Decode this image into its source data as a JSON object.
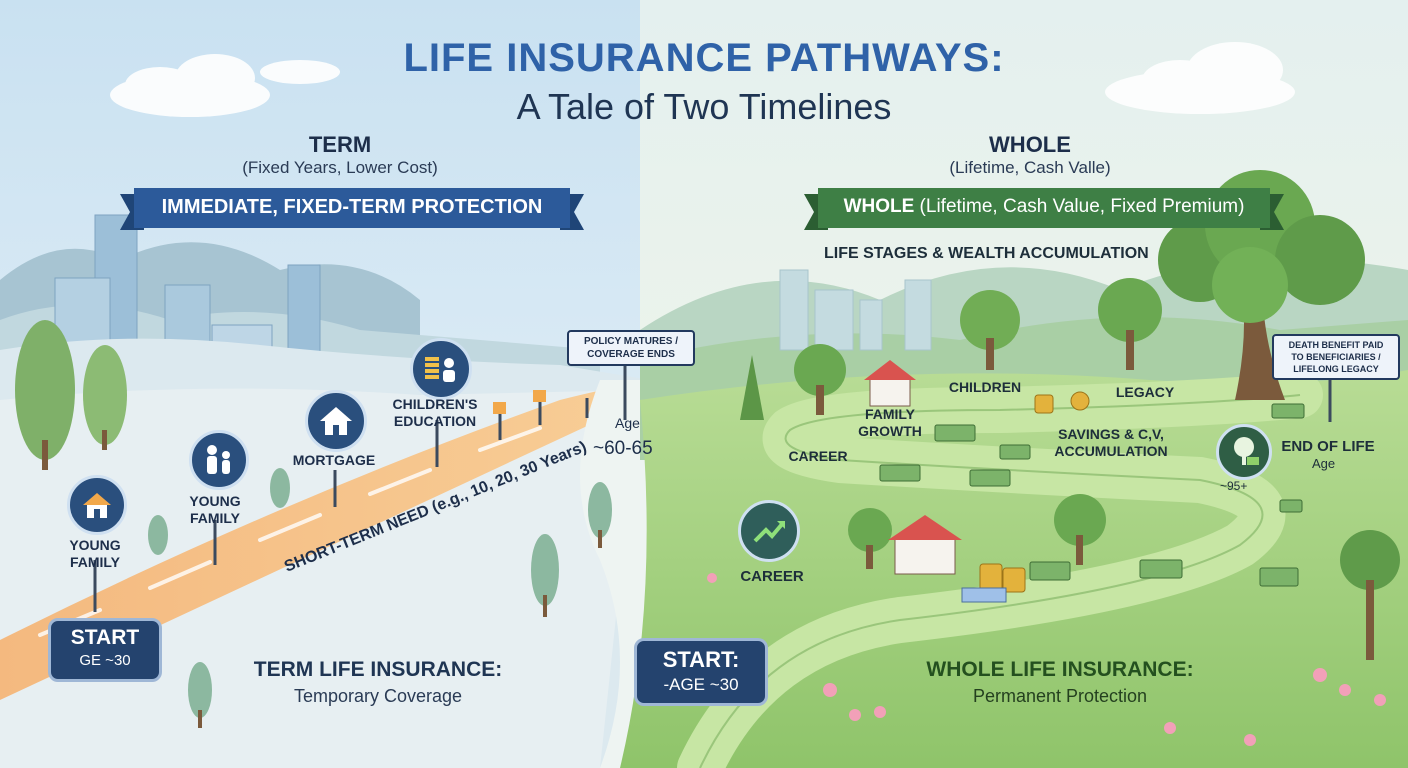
{
  "title": {
    "line1": "LIFE INSURANCE PATHWAYS:",
    "line2": "A Tale of Two Timelines"
  },
  "term": {
    "heading": "TERM",
    "subheading": "(Fixed Years, Lower Cost)",
    "ribbon": "IMMEDIATE, FIXED-TERM PROTECTION",
    "milestones": {
      "young_family_1": "YOUNG\nFAMILY",
      "young_family_2": "YOUNG\nFAMILY",
      "mortgage": "MORTGAGE",
      "education": "CHILDREN'S\nEDUCATION"
    },
    "sign": "POLICY MATURES /\nCOVERAGE ENDS",
    "age_label": "Age",
    "age_value": "~60-65",
    "road_note": "SHORT-TERM NEED (e.g., 10, 20, 30 Years)",
    "start_label": "START",
    "start_age": "GE ~30",
    "footer_title": "TERM LIFE INSURANCE:",
    "footer_subtitle": "Temporary Coverage"
  },
  "whole": {
    "heading": "WHOLE",
    "subheading": "(Lifetime, Cash Valle)",
    "ribbon_bold": "WHOLE",
    "ribbon_rest": " (Lifetime, Cash Value, Fixed Premium)",
    "stages_title": "LIFE STAGES & WEALTH ACCUMULATION",
    "labels": {
      "children": "CHILDREN",
      "legacy": "LEGACY",
      "family_growth": "FAMILY\nGROWTH",
      "career_small": "CAREER",
      "savings": "SAVINGS & C,V,\nACCUMULATION",
      "end_of_life": "END OF LIFE",
      "end_age": "Age",
      "age_95": "~95+",
      "career": "CAREER"
    },
    "sign": "DEATH BENEFIT PAID\nTO BENEFICIARIES /\nLIFELONG LEGACY",
    "start_label": "START:",
    "start_age": "-AGE ~30",
    "footer_title": "WHOLE LIFE INSURANCE:",
    "footer_subtitle": "Permanent Protection"
  },
  "colors": {
    "term_blue": "#2f62a8",
    "ribbon_blue": "#2c5a9a",
    "ribbon_green": "#3e7f45",
    "road_orange": "#f2b47a",
    "path_green": "#9ccf77",
    "whole_footer": "#24501f"
  },
  "icons": {
    "house": "house-icon",
    "family": "family-icon",
    "education": "education-icon",
    "career": "growth-arrow-icon",
    "end_of_life": "tree-money-icon"
  }
}
